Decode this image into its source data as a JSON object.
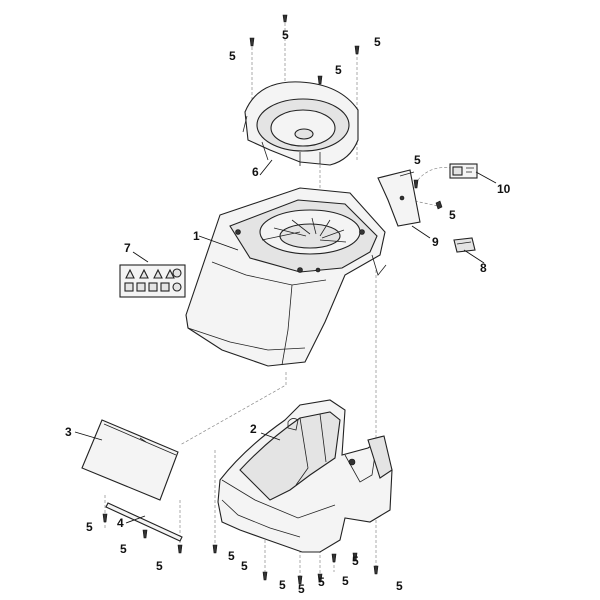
{
  "diagram": {
    "callouts": [
      {
        "id": "c1",
        "text": "1"
      },
      {
        "id": "c2",
        "text": "2"
      },
      {
        "id": "c3",
        "text": "3"
      },
      {
        "id": "c4",
        "text": "4"
      },
      {
        "id": "c6",
        "text": "6"
      },
      {
        "id": "c7",
        "text": "7"
      },
      {
        "id": "c8",
        "text": "8"
      },
      {
        "id": "c9",
        "text": "9"
      },
      {
        "id": "c10",
        "text": "10"
      }
    ],
    "screw_label": "5"
  }
}
